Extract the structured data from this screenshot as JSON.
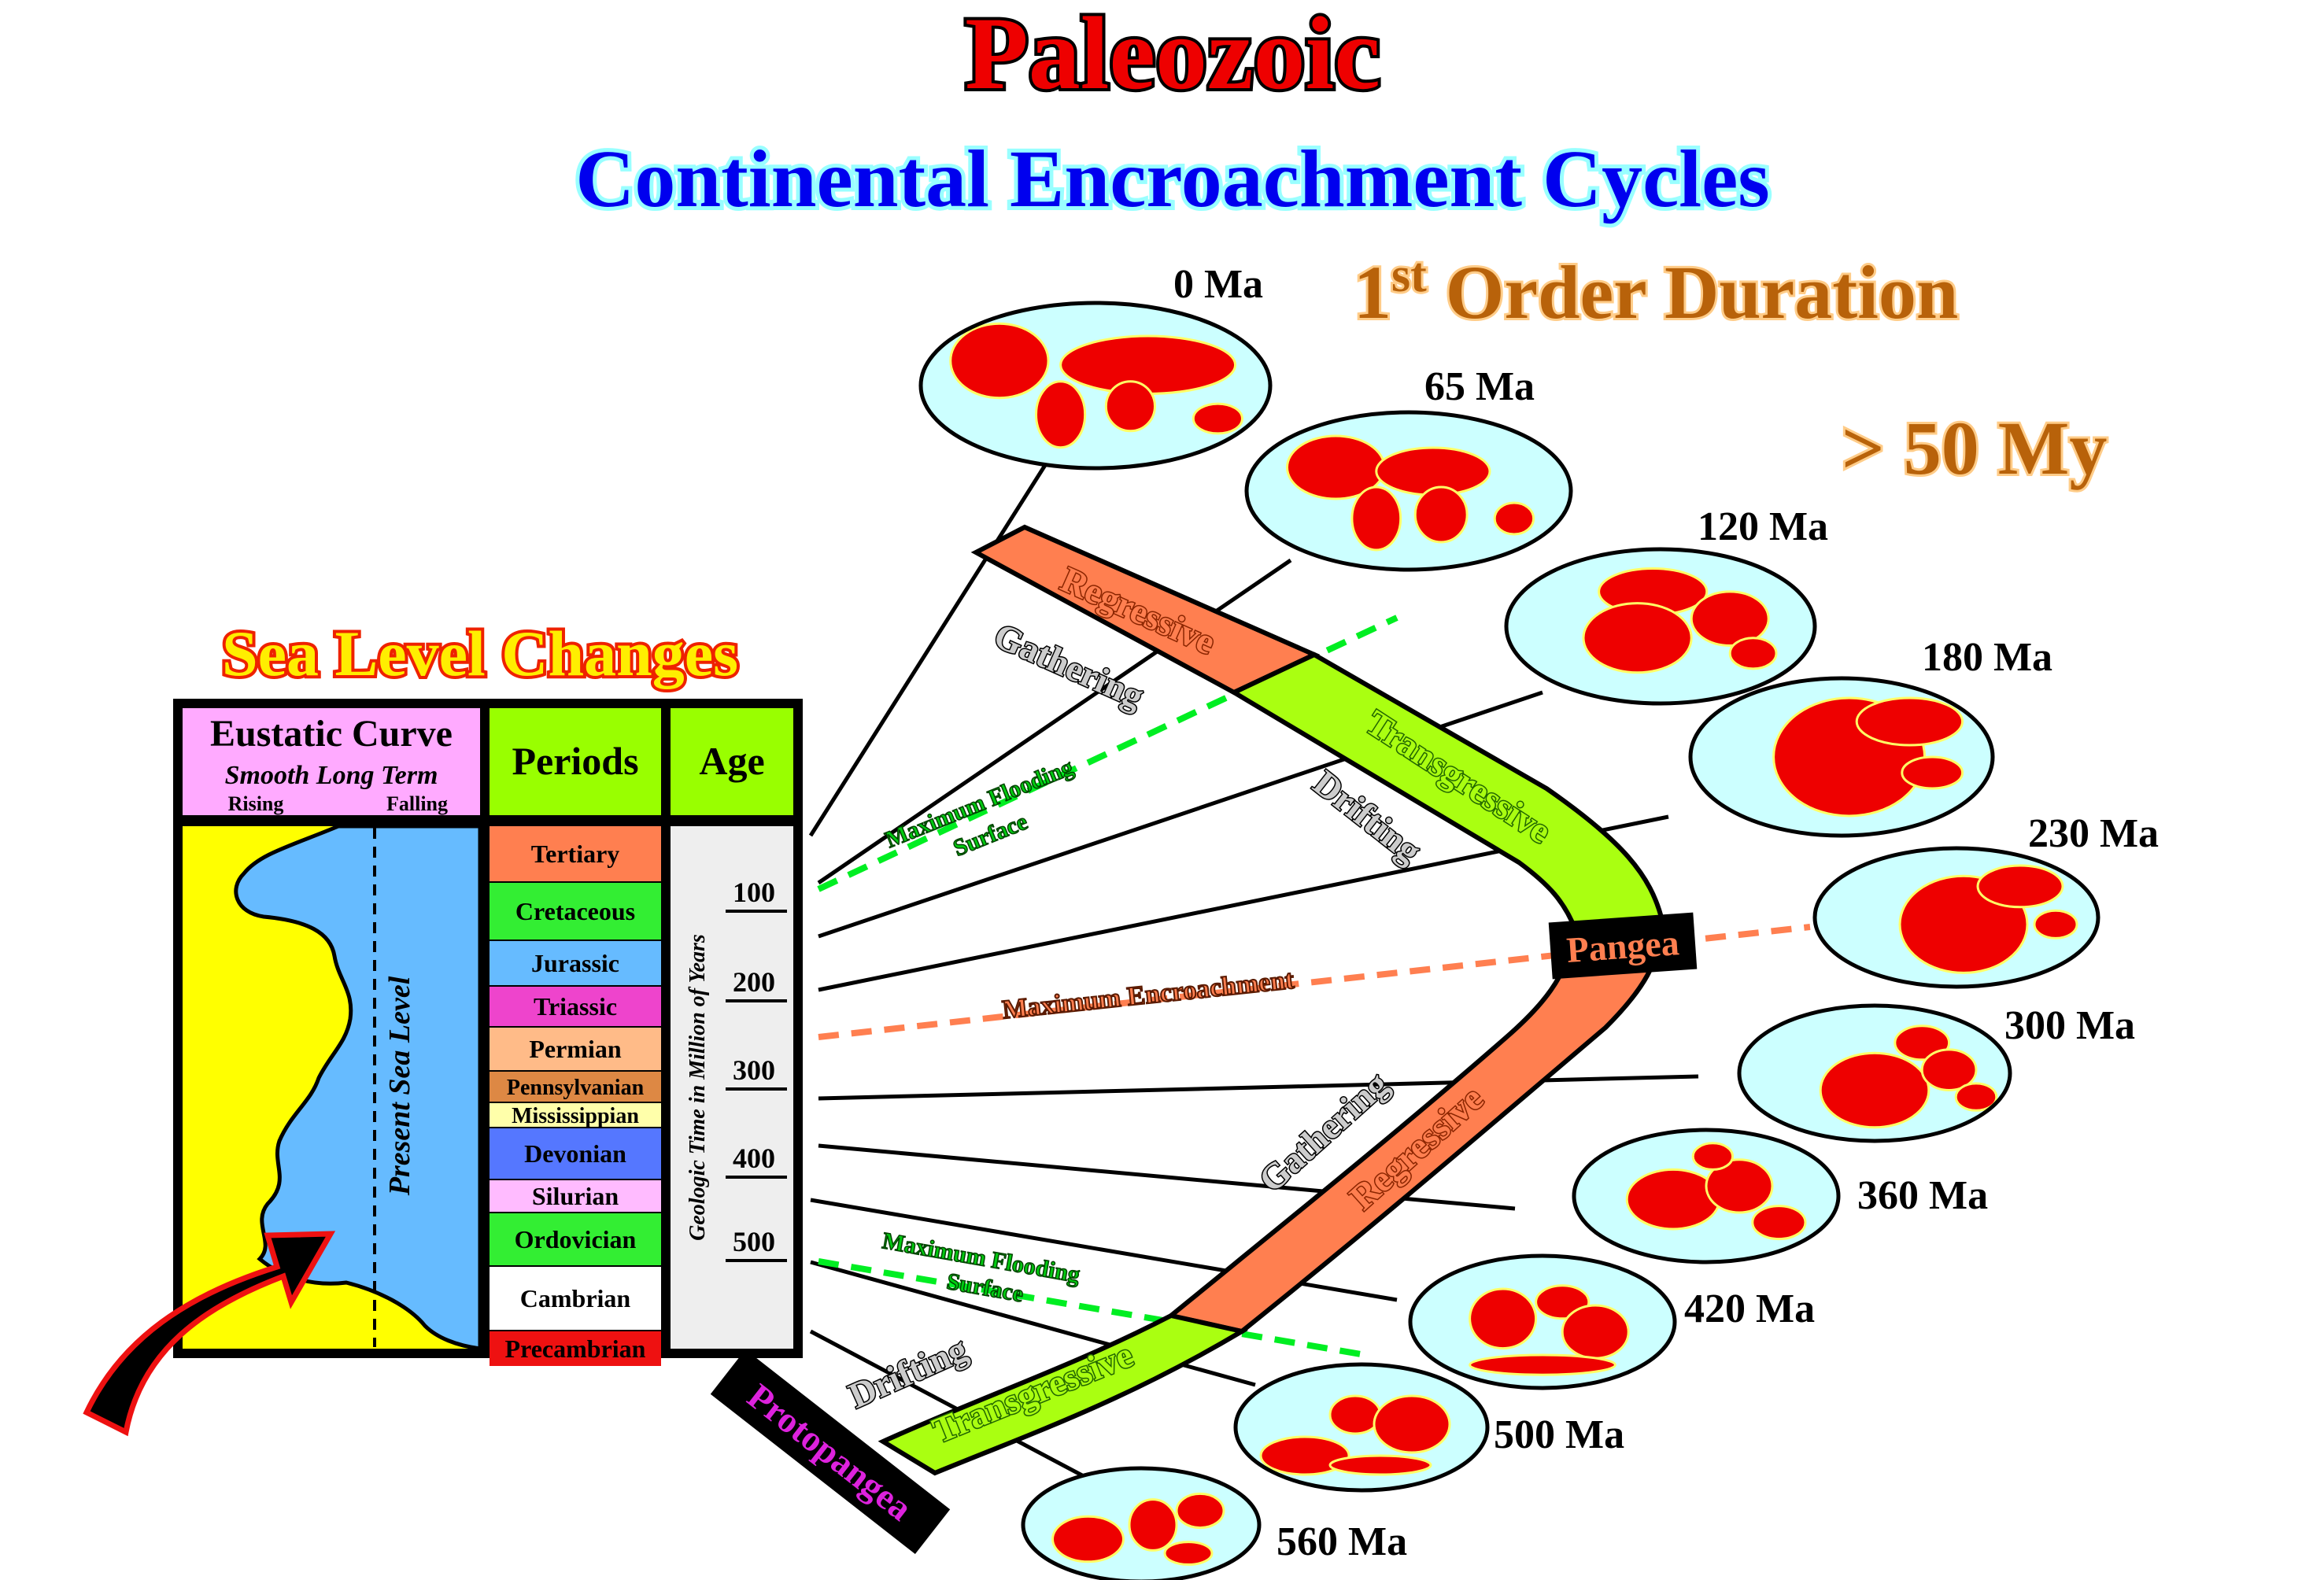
{
  "title": "Paleozoic",
  "subtitle": "Continental Encroachment Cycles",
  "duration": {
    "label_num": "1",
    "label_sup": "st",
    "label_rest": " Order Duration",
    "value": "> 50 My"
  },
  "sea_level_title": "Sea Level Changes",
  "table": {
    "eustatic_header": "Eustatic Curve",
    "eustatic_sub": "Smooth Long Term",
    "rising": "Rising",
    "falling": "Falling",
    "present_sea_level": "Present Sea Level",
    "periods_header": "Periods",
    "age_header": "Age",
    "age_axis_label": "Geologic Time in Million of Years",
    "periods": [
      {
        "name": "Tertiary",
        "color": "#ff7f50"
      },
      {
        "name": "Cretaceous",
        "color": "#33ee33"
      },
      {
        "name": "Jurassic",
        "color": "#66bbff"
      },
      {
        "name": "Triassic",
        "color": "#ee44cc"
      },
      {
        "name": "Permian",
        "color": "#ffbb88"
      },
      {
        "name": "Pennsylvanian",
        "color": "#dd8844"
      },
      {
        "name": "Mississippian",
        "color": "#ffffaa"
      },
      {
        "name": "Devonian",
        "color": "#5577ff"
      },
      {
        "name": "Silurian",
        "color": "#ffbbff"
      },
      {
        "name": "Ordovician",
        "color": "#33ee33"
      },
      {
        "name": "Cambrian",
        "color": "#ffffff"
      },
      {
        "name": "Precambrian",
        "color": "#ee1111"
      }
    ],
    "ages": [
      "100",
      "200",
      "300",
      "400",
      "500"
    ]
  },
  "globes": [
    "0 Ma",
    "65 Ma",
    "120 Ma",
    "180 Ma",
    "230 Ma",
    "300 Ma",
    "360 Ma",
    "420 Ma",
    "500 Ma",
    "560 Ma"
  ],
  "band_labels": {
    "regressive_top": "Regressive",
    "transgressive_top": "Transgressive",
    "regressive_bottom": "Regressive",
    "transgressive_bottom": "Transgressive",
    "gathering_top": "Gathering",
    "drifting_top": "Drifting",
    "gathering_bottom": "Gathering",
    "drifting_bottom": "Drifting",
    "mfs_top": [
      "Maximum Flooding",
      "Surface"
    ],
    "mfs_bottom": [
      "Maximum Flooding",
      "Surface"
    ],
    "max_encroachment": "Maximum Encroachment",
    "pangea": "Pangea",
    "protopangea": "Protopangea"
  },
  "colors": {
    "title_red": "#ee0000",
    "subtitle_blue": "#0000ee",
    "duration_brown": "#b8620a",
    "regressive": "#ff7f50",
    "transgressive": "#aaff11",
    "ocean": "#ccffff",
    "land": "#ee0000",
    "eustatic_blue": "#66bbff",
    "eustatic_yellow": "#ffff00",
    "header_pink": "#ffaaff",
    "header_green": "#99ff00"
  }
}
